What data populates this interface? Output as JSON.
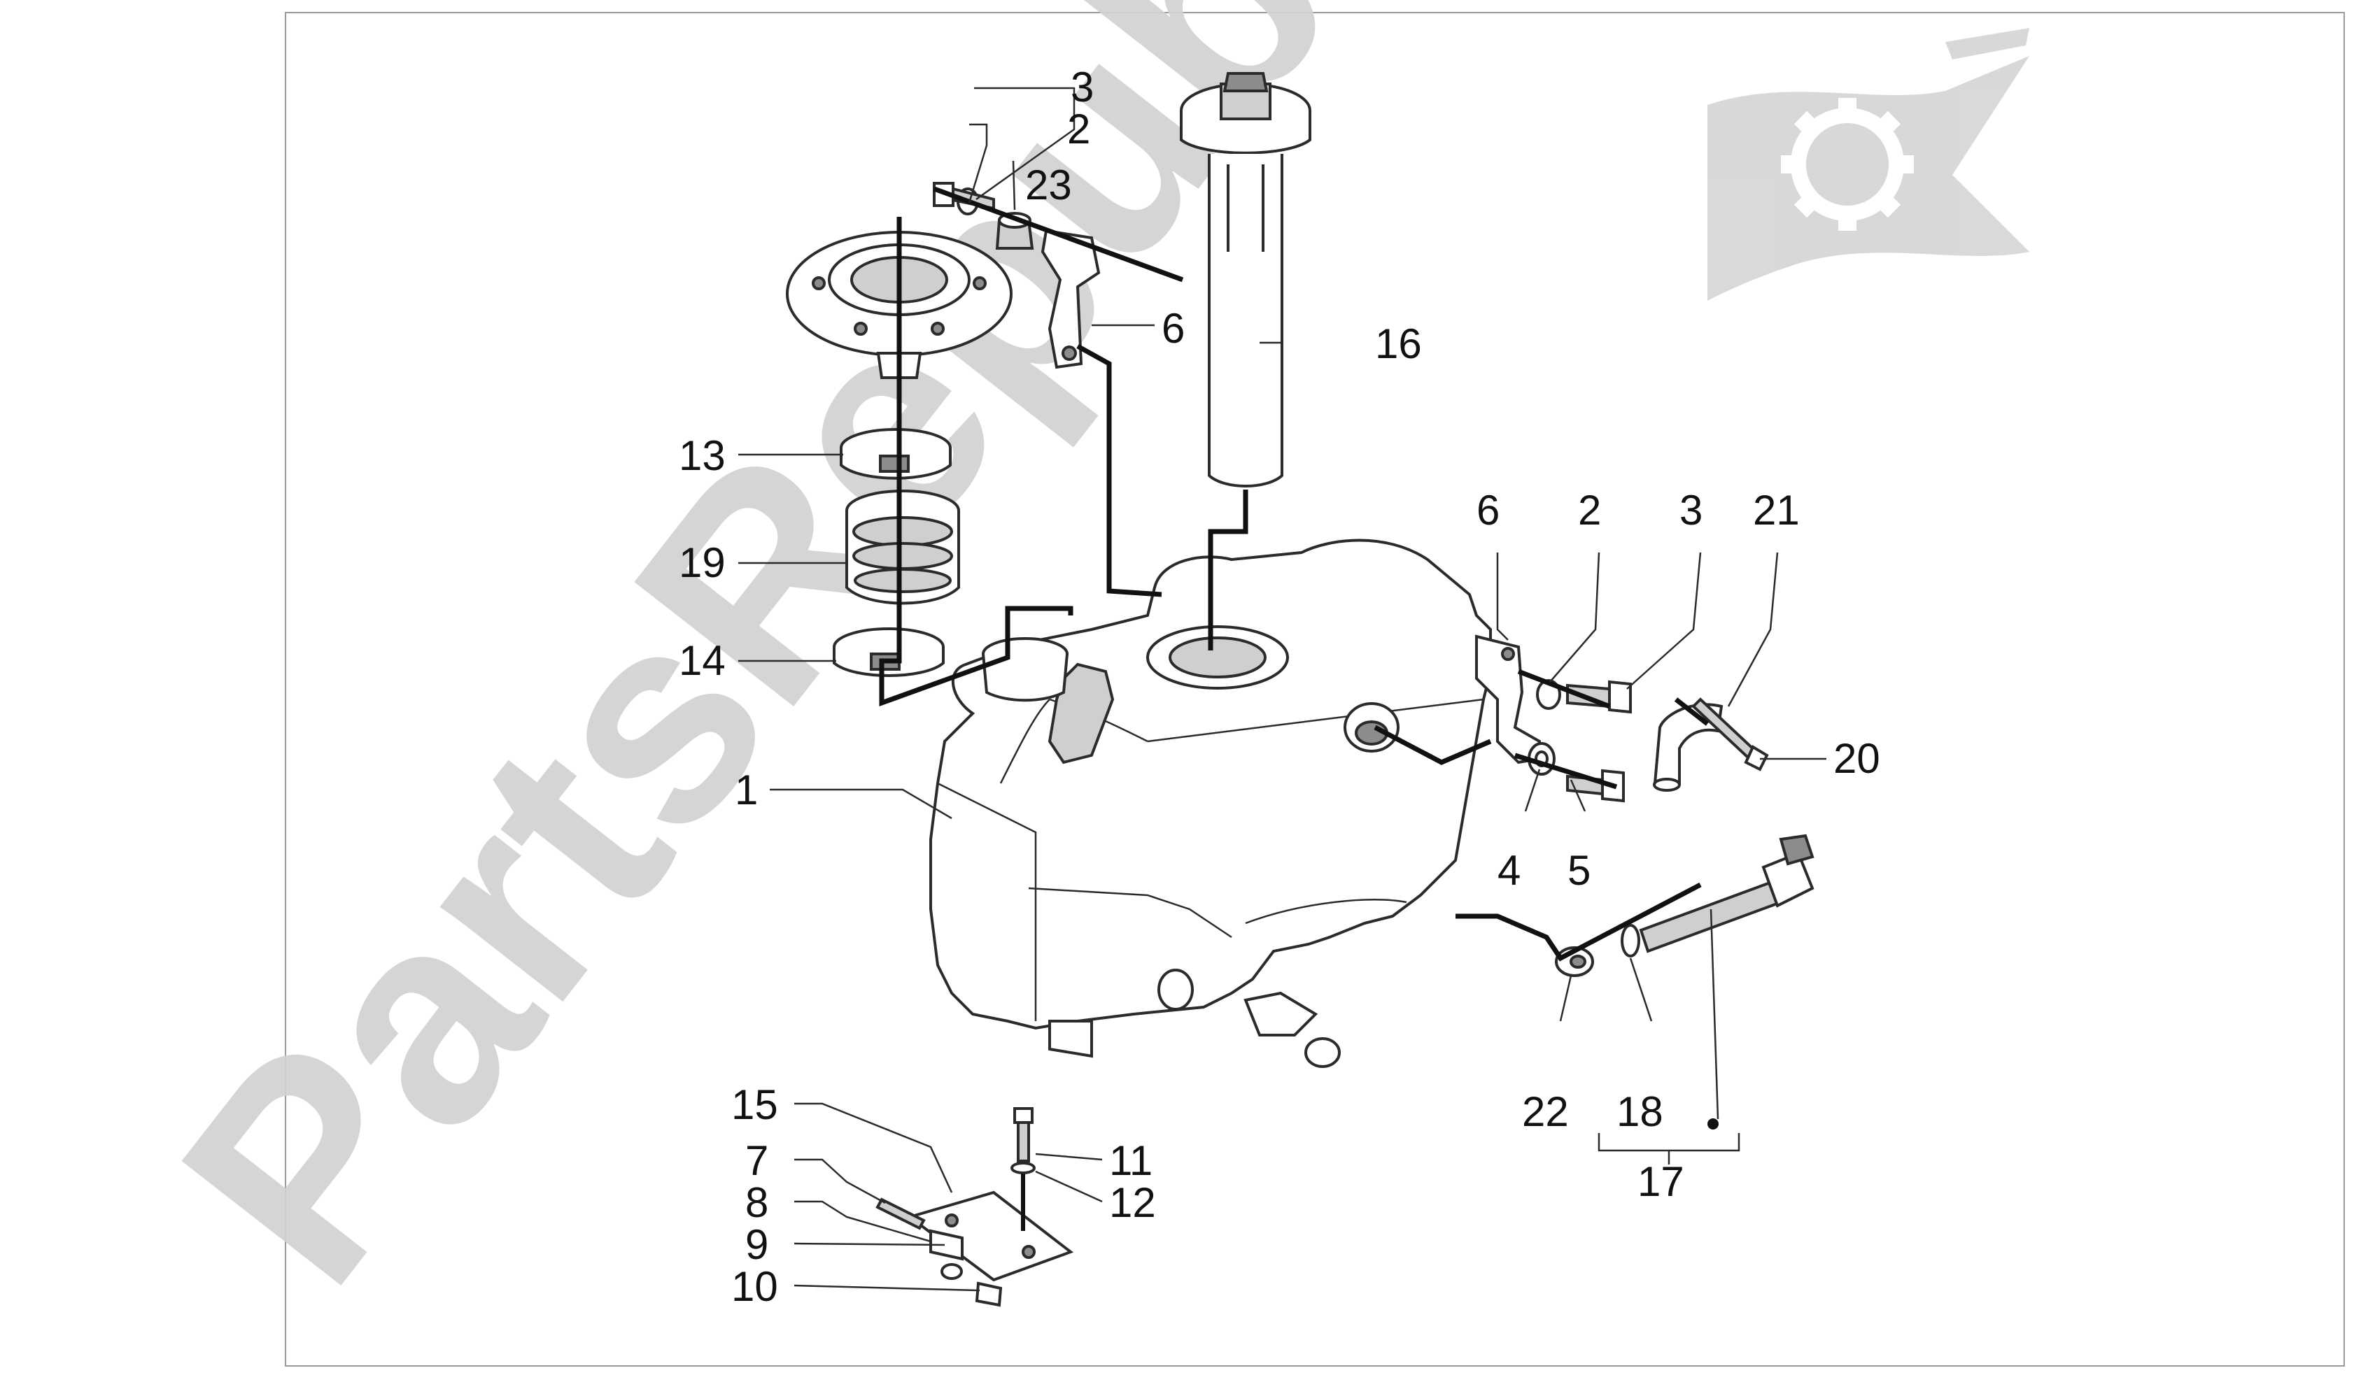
{
  "watermark": {
    "text": "PartsRepublik",
    "color": "#d2d2d2",
    "logo": "gear-flag-logo"
  },
  "colors": {
    "line": "#2b2b2b",
    "fill": "#ffffff",
    "shade": "#cfcfcf",
    "dark": "#8c8c8c"
  },
  "callouts": [
    {
      "id": "c1",
      "label": "1",
      "part": "fuel-tank"
    },
    {
      "id": "c2a",
      "label": "2",
      "part": "washer-top"
    },
    {
      "id": "c2b",
      "label": "2",
      "part": "washer-right"
    },
    {
      "id": "c3a",
      "label": "3",
      "part": "bolt-top"
    },
    {
      "id": "c3b",
      "label": "3",
      "part": "bolt-right"
    },
    {
      "id": "c4",
      "label": "4",
      "part": "washer-lower"
    },
    {
      "id": "c5",
      "label": "5",
      "part": "bolt-lower"
    },
    {
      "id": "c6a",
      "label": "6",
      "part": "bracket-top"
    },
    {
      "id": "c6b",
      "label": "6",
      "part": "bracket-right"
    },
    {
      "id": "c7",
      "label": "7",
      "part": "screw"
    },
    {
      "id": "c8",
      "label": "8",
      "part": "spacer"
    },
    {
      "id": "c9",
      "label": "9",
      "part": "washer-small"
    },
    {
      "id": "c10",
      "label": "10",
      "part": "nut"
    },
    {
      "id": "c11",
      "label": "11",
      "part": "bolt-vertical"
    },
    {
      "id": "c12",
      "label": "12",
      "part": "washer-vertical"
    },
    {
      "id": "c13",
      "label": "13",
      "part": "hose-clamp-upper"
    },
    {
      "id": "c14",
      "label": "14",
      "part": "hose-clamp-lower"
    },
    {
      "id": "c15",
      "label": "15",
      "part": "mounting-plate"
    },
    {
      "id": "c16",
      "label": "16",
      "part": "fuel-level-sender"
    },
    {
      "id": "c17",
      "label": "17",
      "part": "drain-valve-kit"
    },
    {
      "id": "c18",
      "label": "18",
      "part": "o-ring"
    },
    {
      "id": "c19",
      "label": "19",
      "part": "filler-hose"
    },
    {
      "id": "c20",
      "label": "20",
      "part": "breather-screw"
    },
    {
      "id": "c21",
      "label": "21",
      "part": "breather-hose"
    },
    {
      "id": "c22",
      "label": "22",
      "part": "clip"
    },
    {
      "id": "c23",
      "label": "23",
      "part": "rubber-bush"
    }
  ]
}
